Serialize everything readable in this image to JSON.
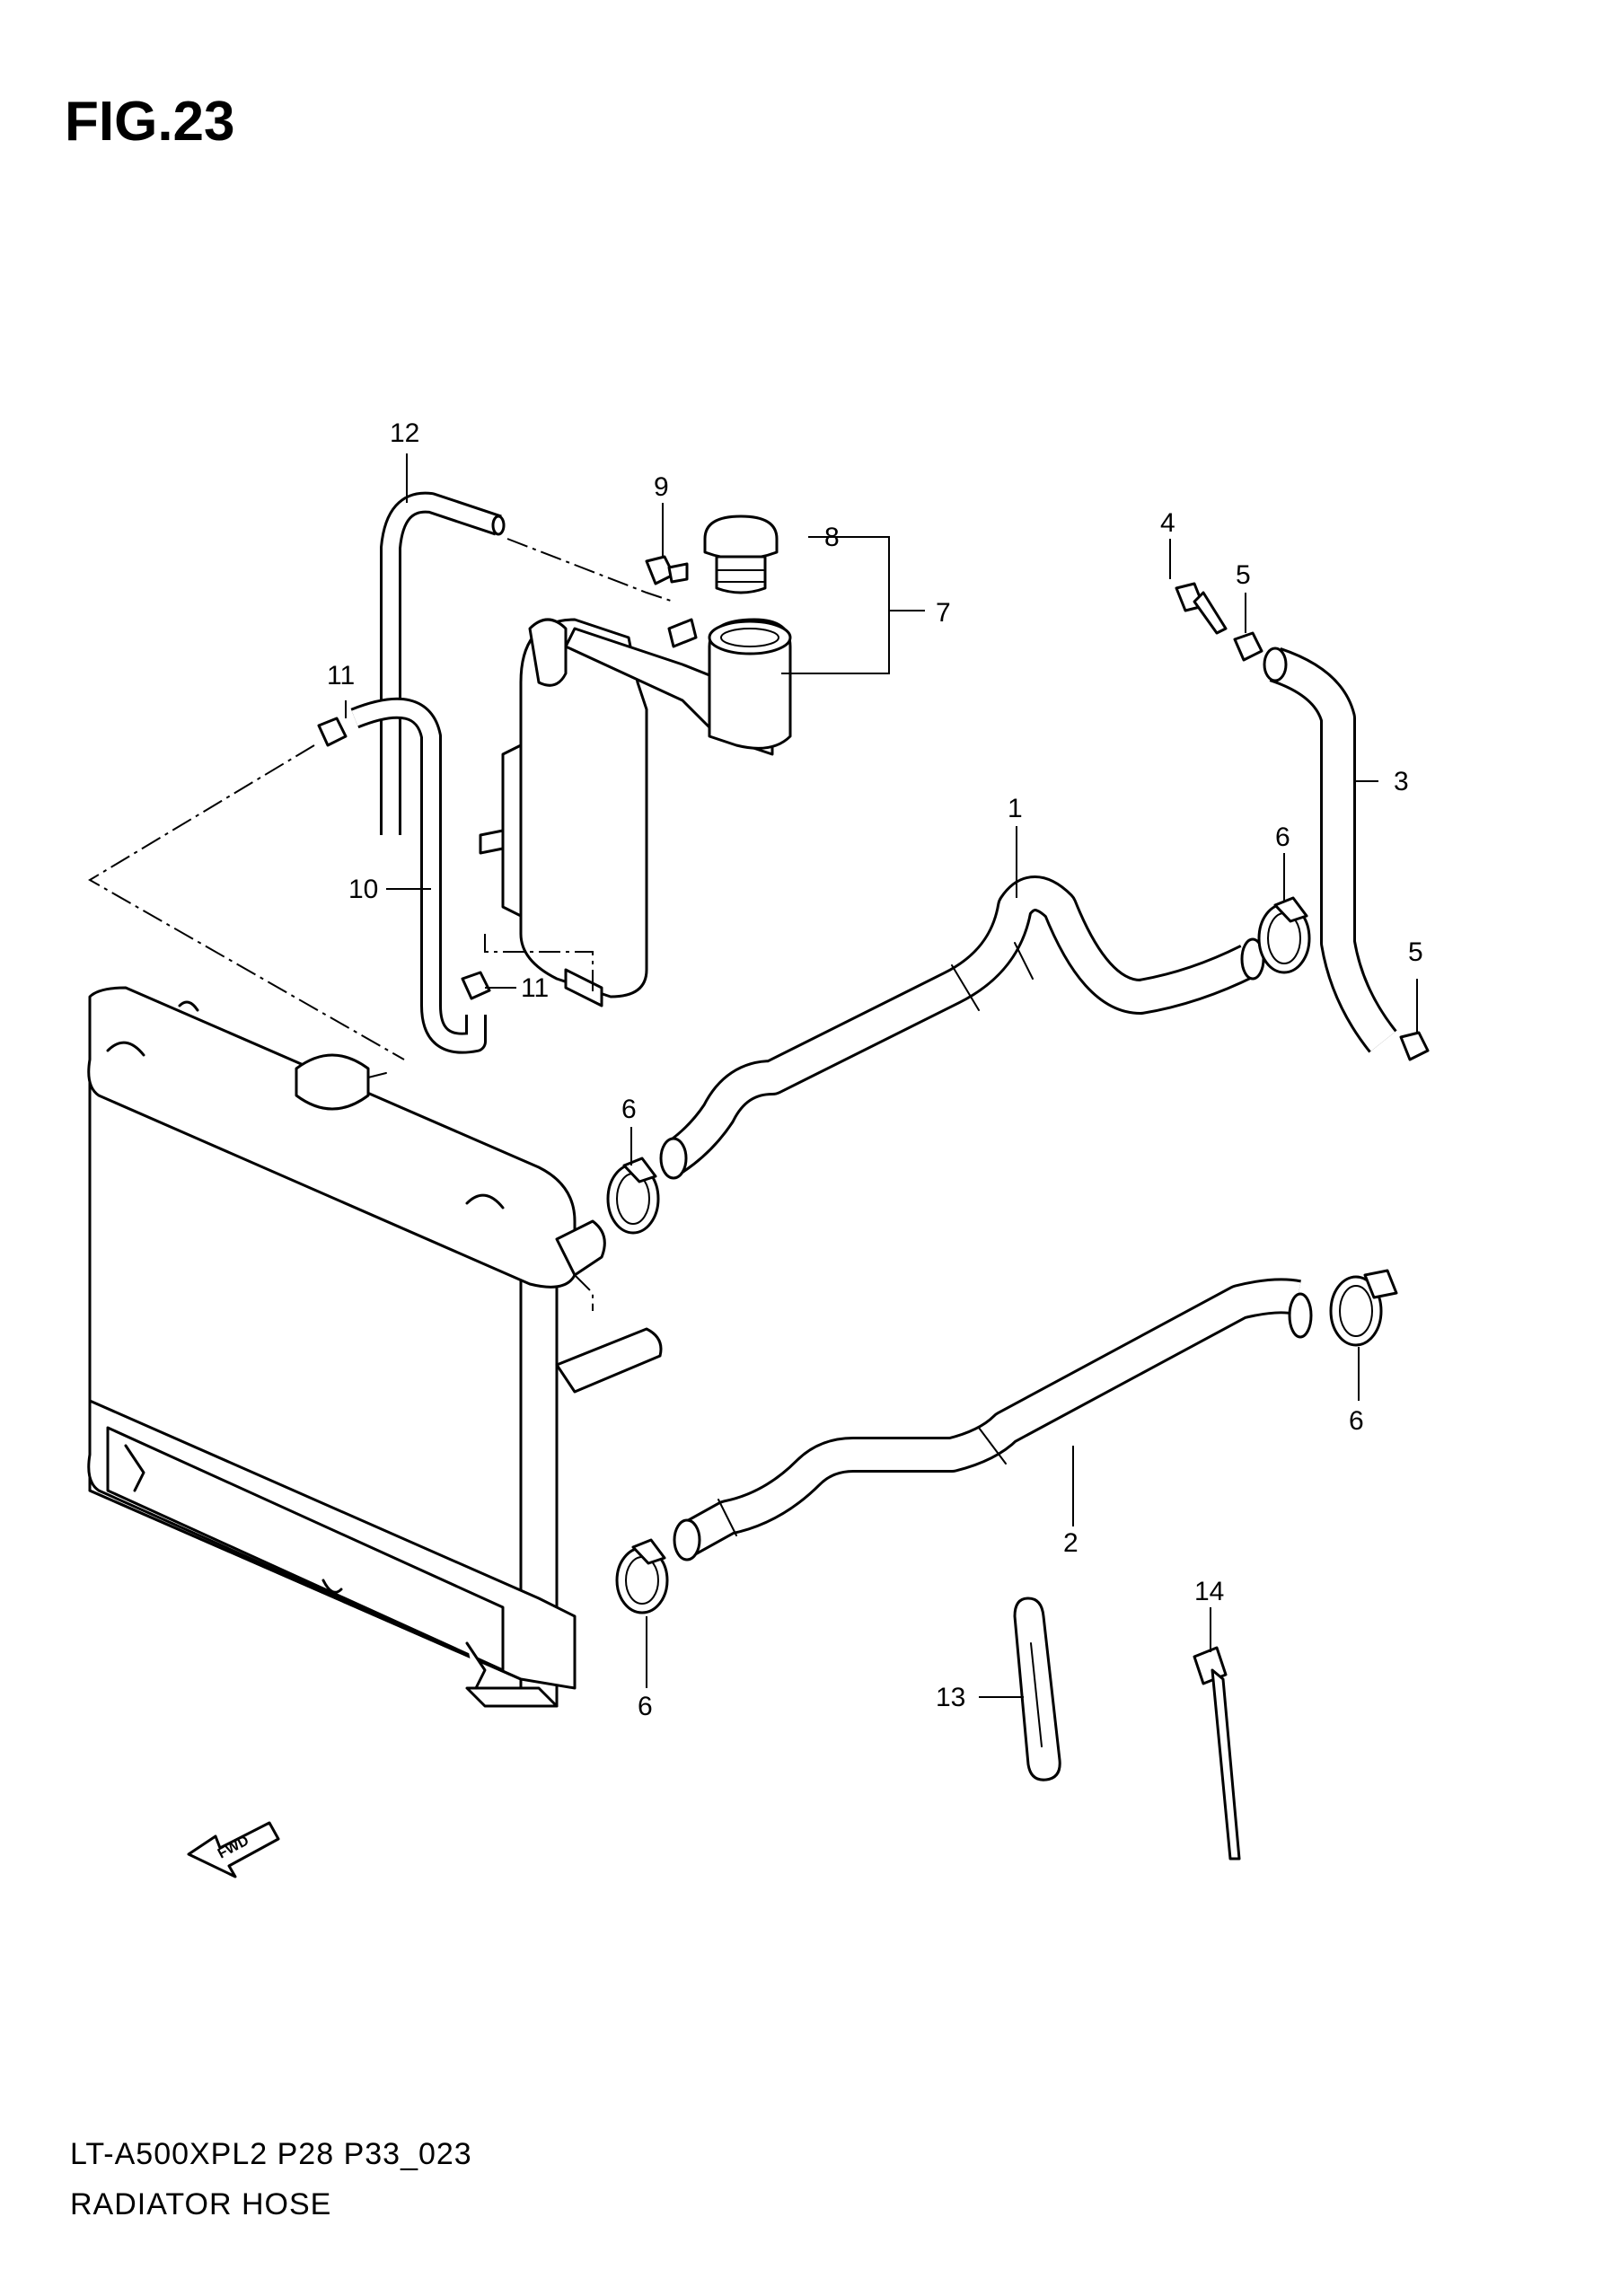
{
  "figure": {
    "title": "FIG.23"
  },
  "caption": {
    "model_line": "LT-A500XPL2 P28 P33_023",
    "name_line": "RADIATOR HOSE"
  },
  "fwd_badge": "FWD",
  "callouts": [
    "1",
    "2",
    "3",
    "4",
    "5",
    "5",
    "6",
    "6",
    "6",
    "6",
    "7",
    "8",
    "9",
    "10",
    "11",
    "11",
    "12",
    "13",
    "14"
  ]
}
